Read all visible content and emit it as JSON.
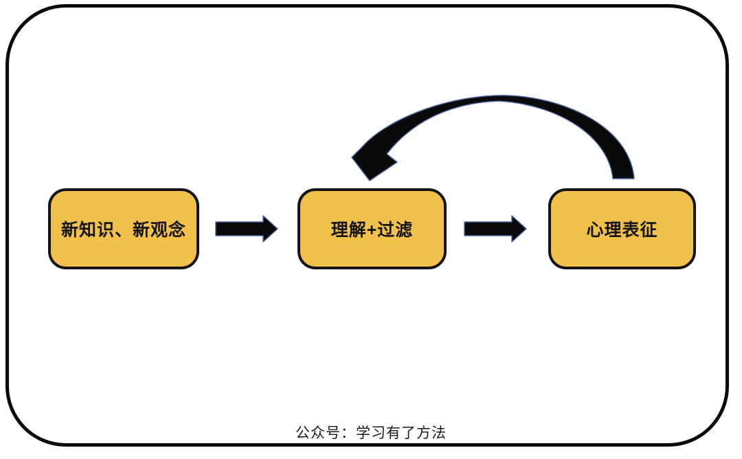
{
  "diagram": {
    "title_caption": "公众号：学习有了方法",
    "nodes": [
      {
        "id": "new-knowledge",
        "label": "新知识、新观念"
      },
      {
        "id": "understand-filter",
        "label": "理解+过滤"
      },
      {
        "id": "mental-representation",
        "label": "心理表征"
      }
    ],
    "connectors": [
      {
        "id": "block-arrow-1",
        "type": "block-arrow",
        "from": "new-knowledge",
        "to": "understand-filter"
      },
      {
        "id": "block-arrow-2",
        "type": "block-arrow",
        "from": "understand-filter",
        "to": "mental-representation"
      },
      {
        "id": "feedback-curved-arrow",
        "type": "curved-arrow",
        "from": "mental-representation",
        "to": "understand-filter"
      }
    ]
  },
  "colors": {
    "node_fill": "#F2C14B",
    "node_border": "#141414",
    "arrow_fill": "#0A0A0A",
    "arrow_outline": "#46629B",
    "frame_border": "#0A0A0A",
    "background": "#FFFFFF",
    "text": "#141414"
  }
}
